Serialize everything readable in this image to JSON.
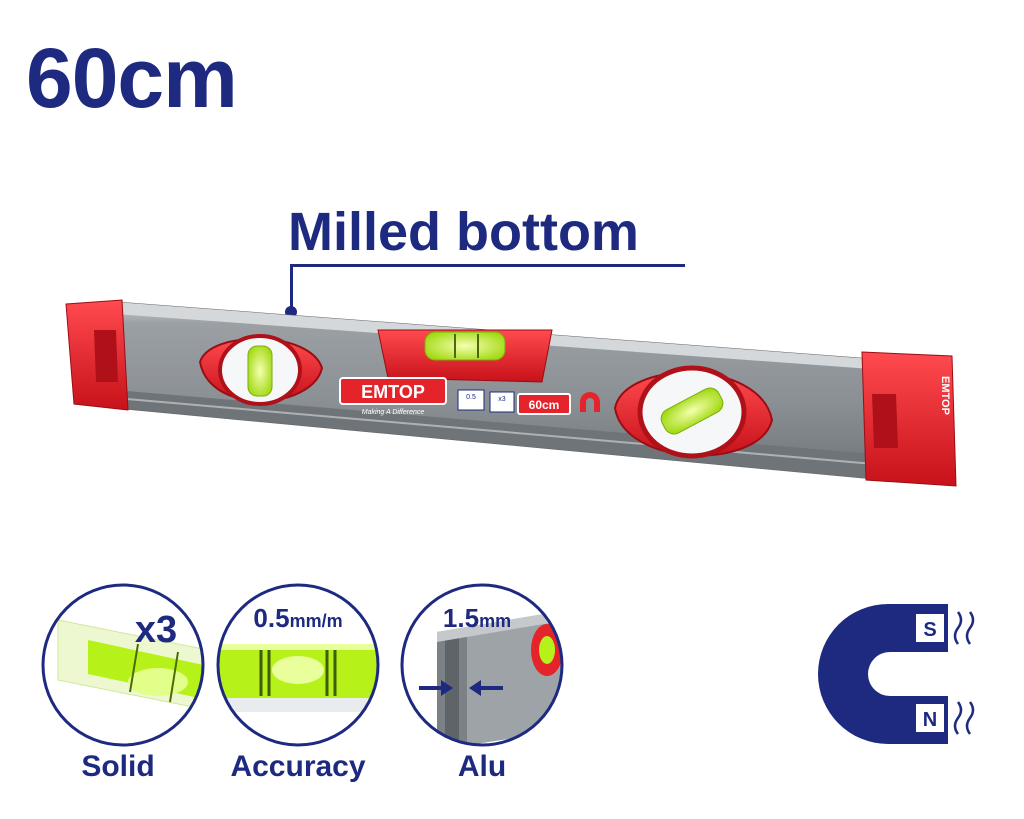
{
  "title": "60cm",
  "callout": "Milled bottom",
  "level": {
    "brand": "EMTOP",
    "tagline": "Making A Difference",
    "size_badge": "60cm",
    "accuracy_badge": "0.5",
    "vial_badge": "x3",
    "end_cap_text": "EMTOP"
  },
  "features": [
    {
      "label": "Solid",
      "overlay": "x3",
      "icon": "vial-icon"
    },
    {
      "label": "Accuracy",
      "overlay_value": "0.5",
      "overlay_unit": "mm/m",
      "icon": "bubble-vial-icon"
    },
    {
      "label": "Alu",
      "overlay_value": "1.5",
      "overlay_unit": "mm",
      "icon": "aluminium-profile-icon"
    }
  ],
  "magnet": {
    "south": "S",
    "north": "N"
  },
  "colors": {
    "navy": "#1d2a80",
    "red": "#e4232b",
    "grey": "#8f959a",
    "green": "#b6f21a"
  }
}
